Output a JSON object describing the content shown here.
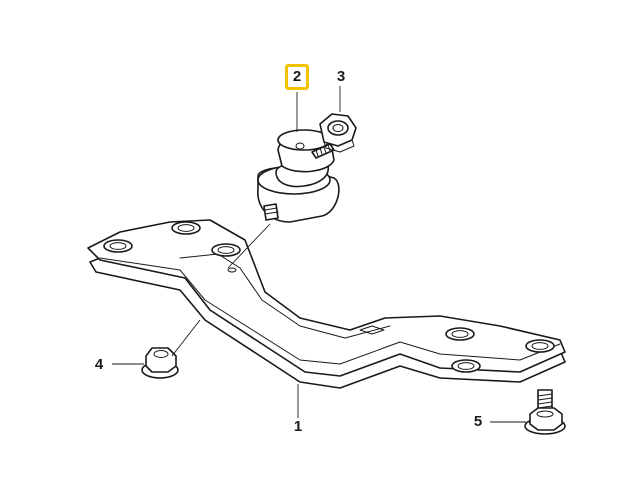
{
  "diagram": {
    "callouts": [
      {
        "id": "part-1",
        "label": "1"
      },
      {
        "id": "part-2",
        "label": "2",
        "highlighted": true
      },
      {
        "id": "part-3",
        "label": "3"
      },
      {
        "id": "part-4",
        "label": "4"
      },
      {
        "id": "part-5",
        "label": "5"
      }
    ],
    "highlight_color": "#f2c200",
    "line_color": "#1a1a1a"
  }
}
